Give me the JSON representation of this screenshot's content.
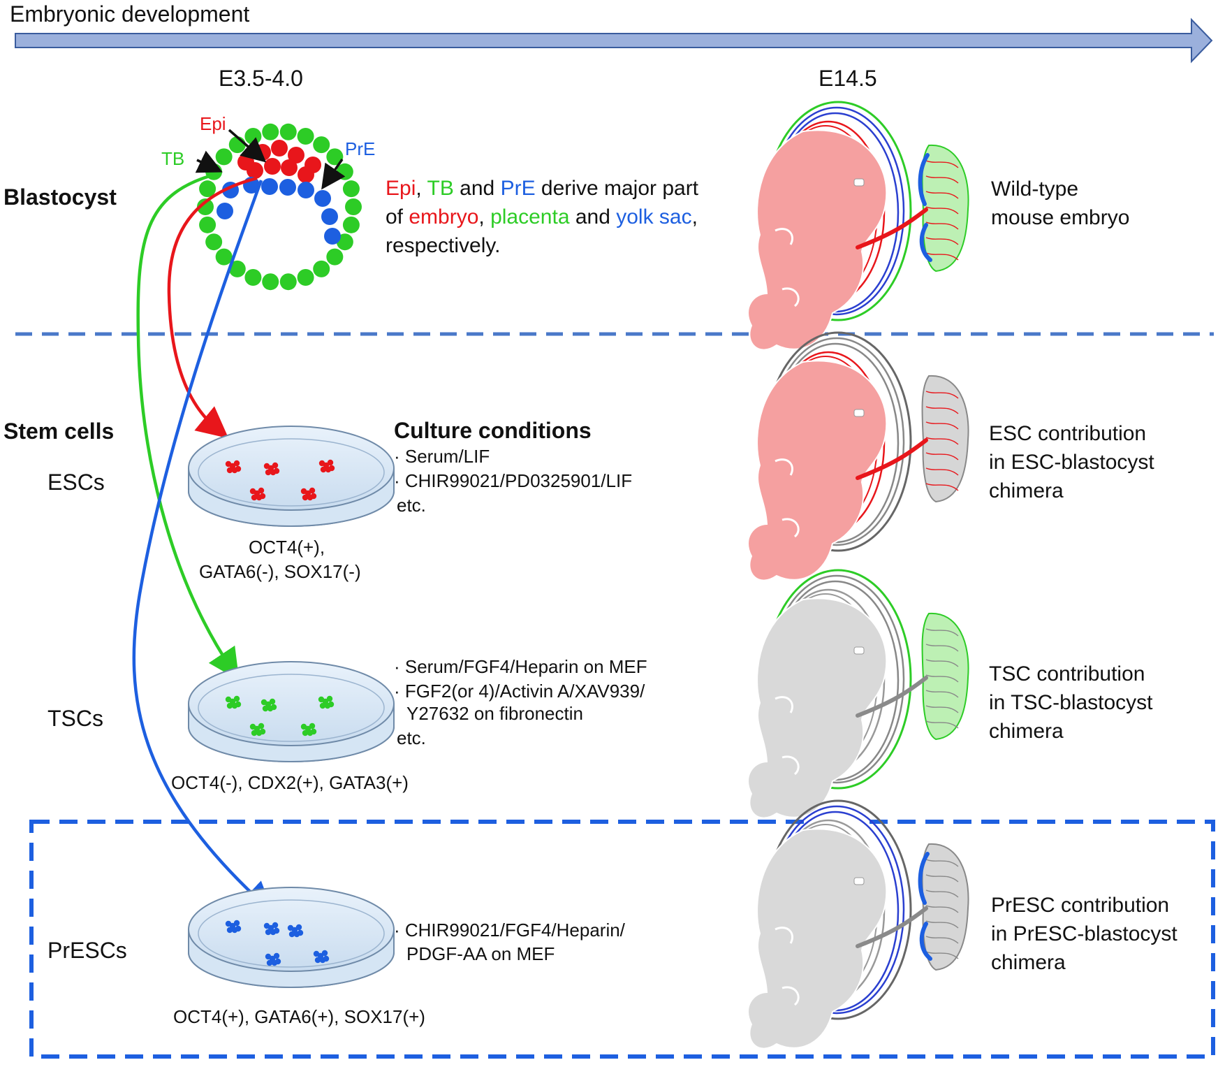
{
  "timeline": {
    "label": "Embryonic development",
    "stages": [
      "E3.5-4.0",
      "E14.5"
    ]
  },
  "blastocyst": {
    "title": "Blastocyst",
    "labels": {
      "epi": "Epi",
      "tb": "TB",
      "pre": "PrE"
    },
    "description": {
      "line1": [
        "Epi",
        ", ",
        "TB",
        " and ",
        "PrE",
        " derive major part"
      ],
      "line2": [
        "of ",
        "embryo",
        ", ",
        "placenta",
        " and ",
        "yolk sac",
        ","
      ],
      "line3": "respectively."
    },
    "embryo_label": [
      "Wild-type",
      "mouse embryo"
    ]
  },
  "stem_cells": {
    "title": "Stem cells",
    "culture_title": "Culture conditions",
    "rows": [
      {
        "name": "ESCs",
        "markers": [
          "OCT4(+),",
          "GATA6(-), SOX17(-)"
        ],
        "conditions": [
          "· Serum/LIF",
          "· CHIR99021/PD0325901/LIF",
          "etc."
        ],
        "contribution": [
          "ESC contribution",
          "in ESC-blastocyst",
          "chimera"
        ]
      },
      {
        "name": "TSCs",
        "markers": [
          "OCT4(-), CDX2(+), GATA3(+)"
        ],
        "conditions": [
          "· Serum/FGF4/Heparin on MEF",
          "· FGF2(or 4)/Activin A/XAV939/",
          "Y27632 on fibronectin",
          "etc."
        ],
        "contribution": [
          "TSC contribution",
          "in TSC-blastocyst",
          "chimera"
        ]
      },
      {
        "name": "PrESCs",
        "markers": [
          "OCT4(+), GATA6(+), SOX17(+)"
        ],
        "conditions": [
          "· CHIR99021/FGF4/Heparin/",
          "PDGF-AA on MEF"
        ],
        "contribution": [
          "PrESC contribution",
          "in PrESC-blastocyst",
          "chimera"
        ]
      }
    ]
  },
  "colors": {
    "epi": "#e8161b",
    "tb": "#2dcc26",
    "pre": "#1d5fe0",
    "arrow": "#9bb0dc",
    "dash": "#4a78c8"
  }
}
